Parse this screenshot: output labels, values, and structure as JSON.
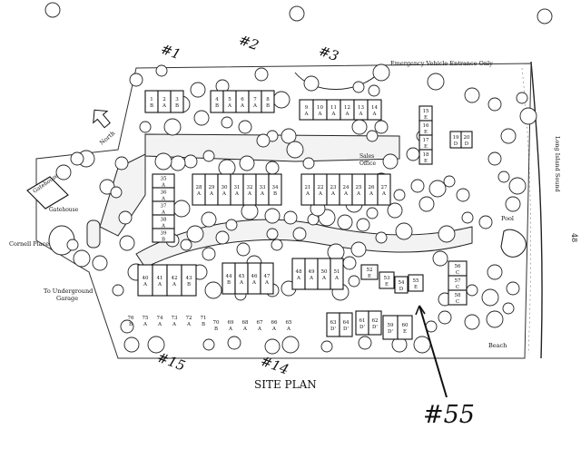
{
  "map": {
    "title": "SITE PLAN",
    "page_number": "48",
    "annotation": "#55",
    "handwritten_markers": [
      "#1",
      "#2",
      "#3",
      "#14",
      "#15"
    ],
    "labels": {
      "emergency": "Emergency Vehicle Entrance Only",
      "sound": "Long Island Sound",
      "north": "North",
      "gatehouse": "Gatehouse",
      "cornell": "Cornell Place",
      "garage1": "To Underground",
      "garage2": "Garage",
      "sales1": "Sales",
      "sales2": "Office",
      "pool": "Pool",
      "beach": "Beach"
    },
    "units": [
      {
        "num": "1",
        "type": "B"
      },
      {
        "num": "2",
        "type": "A"
      },
      {
        "num": "3",
        "type": "B"
      },
      {
        "num": "4",
        "type": "B"
      },
      {
        "num": "5",
        "type": "A"
      },
      {
        "num": "6",
        "type": "A"
      },
      {
        "num": "7",
        "type": "A"
      },
      {
        "num": "8",
        "type": "B"
      },
      {
        "num": "9",
        "type": "A"
      },
      {
        "num": "10",
        "type": "A"
      },
      {
        "num": "11",
        "type": "A"
      },
      {
        "num": "12",
        "type": "A"
      },
      {
        "num": "13",
        "type": "A"
      },
      {
        "num": "14",
        "type": "A"
      },
      {
        "num": "15",
        "type": "E"
      },
      {
        "num": "16",
        "type": "E"
      },
      {
        "num": "17",
        "type": "E"
      },
      {
        "num": "18",
        "type": "E"
      },
      {
        "num": "19",
        "type": "D"
      },
      {
        "num": "20",
        "type": "D"
      },
      {
        "num": "21",
        "type": "A"
      },
      {
        "num": "22",
        "type": "A"
      },
      {
        "num": "23",
        "type": "A"
      },
      {
        "num": "24",
        "type": "A"
      },
      {
        "num": "25",
        "type": "A"
      },
      {
        "num": "26",
        "type": "A"
      },
      {
        "num": "27",
        "type": "A"
      },
      {
        "num": "28",
        "type": "A"
      },
      {
        "num": "29",
        "type": "A"
      },
      {
        "num": "30",
        "type": "A"
      },
      {
        "num": "31",
        "type": "A"
      },
      {
        "num": "32",
        "type": "A"
      },
      {
        "num": "33",
        "type": "A"
      },
      {
        "num": "34",
        "type": "B"
      },
      {
        "num": "35",
        "type": "A"
      },
      {
        "num": "36",
        "type": "A"
      },
      {
        "num": "37",
        "type": "A"
      },
      {
        "num": "38",
        "type": "A"
      },
      {
        "num": "39",
        "type": "B"
      },
      {
        "num": "40",
        "type": "A"
      },
      {
        "num": "41",
        "type": "A"
      },
      {
        "num": "42",
        "type": "A"
      },
      {
        "num": "43",
        "type": "B"
      },
      {
        "num": "44",
        "type": "B"
      },
      {
        "num": "45",
        "type": "A"
      },
      {
        "num": "46",
        "type": "A"
      },
      {
        "num": "47",
        "type": "A"
      },
      {
        "num": "48",
        "type": "A"
      },
      {
        "num": "49",
        "type": "A"
      },
      {
        "num": "50",
        "type": "A"
      },
      {
        "num": "51",
        "type": "A"
      },
      {
        "num": "52",
        "type": "E"
      },
      {
        "num": "53",
        "type": "E"
      },
      {
        "num": "54",
        "type": "D"
      },
      {
        "num": "55",
        "type": "E"
      },
      {
        "num": "56",
        "type": "C"
      },
      {
        "num": "57",
        "type": "C"
      },
      {
        "num": "58",
        "type": "C"
      },
      {
        "num": "59",
        "type": "D'"
      },
      {
        "num": "60",
        "type": "E"
      },
      {
        "num": "61",
        "type": "D'"
      },
      {
        "num": "62",
        "type": "D'"
      },
      {
        "num": "63",
        "type": "D'"
      },
      {
        "num": "64",
        "type": "D'"
      },
      {
        "num": "65",
        "type": "A"
      },
      {
        "num": "66",
        "type": "A"
      },
      {
        "num": "67",
        "type": "A"
      },
      {
        "num": "68",
        "type": "A"
      },
      {
        "num": "69",
        "type": "A"
      },
      {
        "num": "70",
        "type": "B"
      },
      {
        "num": "71",
        "type": "B"
      },
      {
        "num": "72",
        "type": "A"
      },
      {
        "num": "73",
        "type": "A"
      },
      {
        "num": "74",
        "type": "A"
      },
      {
        "num": "75",
        "type": "A"
      },
      {
        "num": "76",
        "type": "B"
      }
    ]
  }
}
